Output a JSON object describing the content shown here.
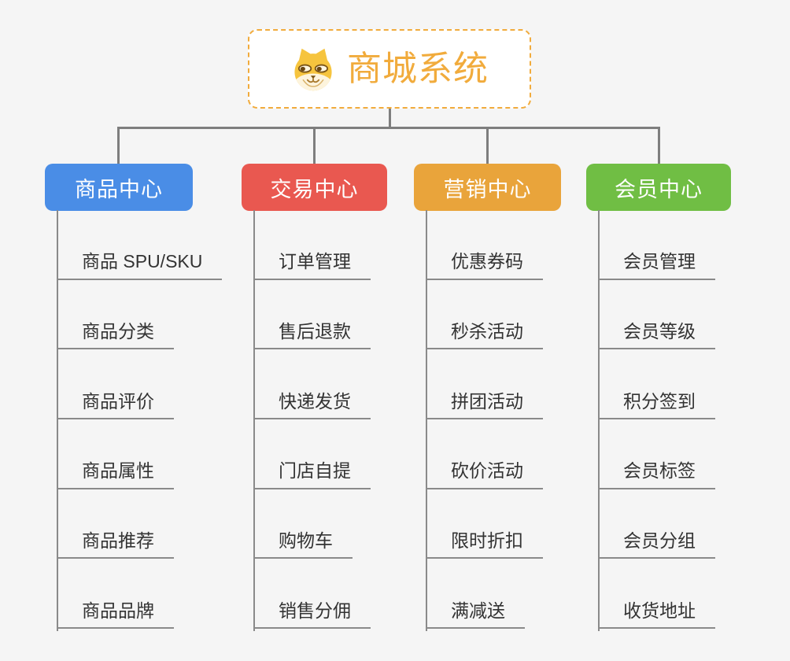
{
  "colors": {
    "background": "#f5f5f5",
    "connector": "#7e7e7e",
    "child_line": "#8a8a8a",
    "child_text": "#333333"
  },
  "root": {
    "title": "商城系统",
    "icon": "dog-face-icon",
    "accent": "#f1ab3c"
  },
  "branches": [
    {
      "label": "商品中心",
      "color": "#4a8de6",
      "children": [
        "商品 SPU/SKU",
        "商品分类",
        "商品评价",
        "商品属性",
        "商品推荐",
        "商品品牌"
      ]
    },
    {
      "label": "交易中心",
      "color": "#e95850",
      "children": [
        "订单管理",
        "售后退款",
        "快递发货",
        "门店自提",
        "购物车",
        "销售分佣"
      ]
    },
    {
      "label": "营销中心",
      "color": "#e9a43b",
      "children": [
        "优惠券码",
        "秒杀活动",
        "拼团活动",
        "砍价活动",
        "限时折扣",
        "满减送"
      ]
    },
    {
      "label": "会员中心",
      "color": "#70be44",
      "children": [
        "会员管理",
        "会员等级",
        "积分签到",
        "会员标签",
        "会员分组",
        "收货地址"
      ]
    }
  ]
}
